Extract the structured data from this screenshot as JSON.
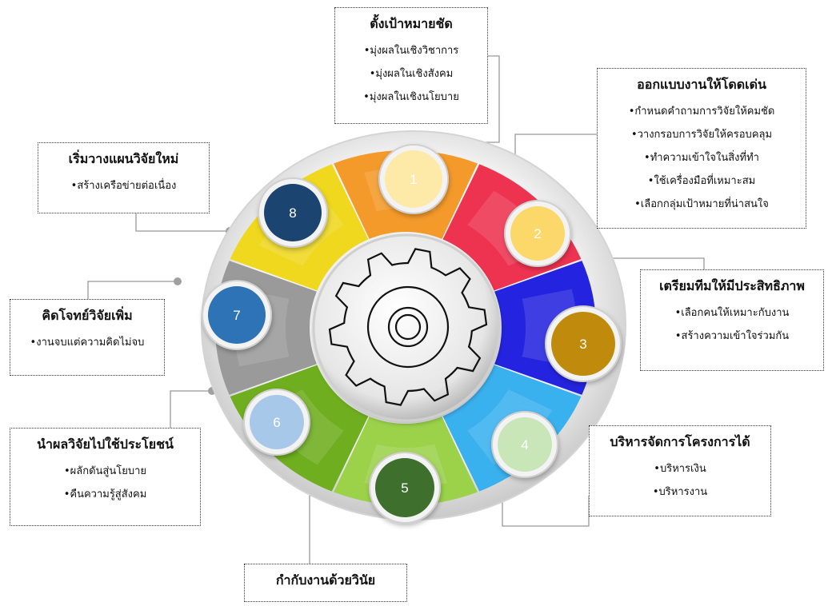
{
  "center_icon": "gear-icon",
  "steps": [
    {
      "number": "1",
      "title": "ตั้งเป้าหมายชัด",
      "items": [
        "มุ่งผลในเชิงวิชาการ",
        "มุ่งผลในเชิงสังคม",
        "มุ่งผลในเชิงนโยบาย"
      ],
      "color": "#f49a2a",
      "circle": "#fde9a8"
    },
    {
      "number": "2",
      "title": "ออกแบบงานให้โดดเด่น",
      "items": [
        "กำหนดคำถามการวิจัยให้คมชัด",
        "วางกรอบการวิจัยให้ครอบคลุม",
        "ทำความเข้าใจในสิ่งที่ทำ",
        "ใช้เครื่องมือที่เหมาะสม",
        "เลือกกลุ่มเป้าหมายที่น่าสนใจ"
      ],
      "color": "#ee3350",
      "circle": "#fcd76a"
    },
    {
      "number": "3",
      "title": "เตรียมทีมให้มีประสิทธิภาพ",
      "items": [
        "เลือกคนให้เหมาะกับงาน",
        "สร้างความเข้าใจร่วมกัน"
      ],
      "color": "#2424e0",
      "circle": "#c08a0c"
    },
    {
      "number": "4",
      "title": "บริหารจัดการโครงการได้",
      "items": [
        "บริหารเงิน",
        "บริหารงาน"
      ],
      "color": "#3ab1ef",
      "circle": "#c8e6b8"
    },
    {
      "number": "5",
      "title": "กำกับงานด้วยวินัย",
      "items": [],
      "color": "#9bd24a",
      "circle": "#3f6f2c"
    },
    {
      "number": "6",
      "title": "นำผลวิจัยไปใช้ประโยชน์",
      "items": [
        "ผลักดันสู่นโยบาย",
        "คืนความรู้สู่สังคม"
      ],
      "color": "#6fae1e",
      "circle": "#a8c8ea"
    },
    {
      "number": "7",
      "title": "คิดโจทย์วิจัยเพิ่ม",
      "items": [
        "งานจบแต่ความคิดไม่จบ"
      ],
      "color": "#9a9a9a",
      "circle": "#2e73b5"
    },
    {
      "number": "8",
      "title": "เริ่มวางแผนวิจัยใหม่",
      "items": [
        "สร้างเครือข่ายต่อเนื่อง"
      ],
      "color": "#f0d81e",
      "circle": "#1c4470"
    }
  ]
}
